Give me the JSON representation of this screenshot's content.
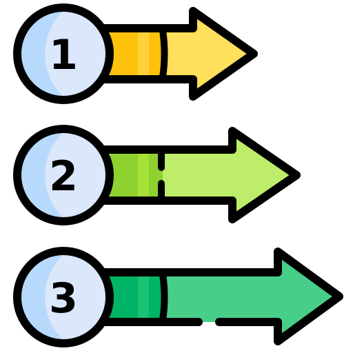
{
  "steps": [
    {
      "number": "1",
      "arrow_color": "#ffdf5c",
      "band_color": "#ffc20c",
      "band_shade": "#ffd23b"
    },
    {
      "number": "2",
      "arrow_color": "#bded6a",
      "band_color": "#8fd230",
      "band_shade": "#a5e136"
    },
    {
      "number": "3",
      "arrow_color": "#47cf8a",
      "band_color": "#00b465",
      "band_shade": "#1bc271"
    }
  ],
  "circle": {
    "fill": "#dbe7fb",
    "shade": "#b7dafc"
  },
  "outline_color": "#000000"
}
